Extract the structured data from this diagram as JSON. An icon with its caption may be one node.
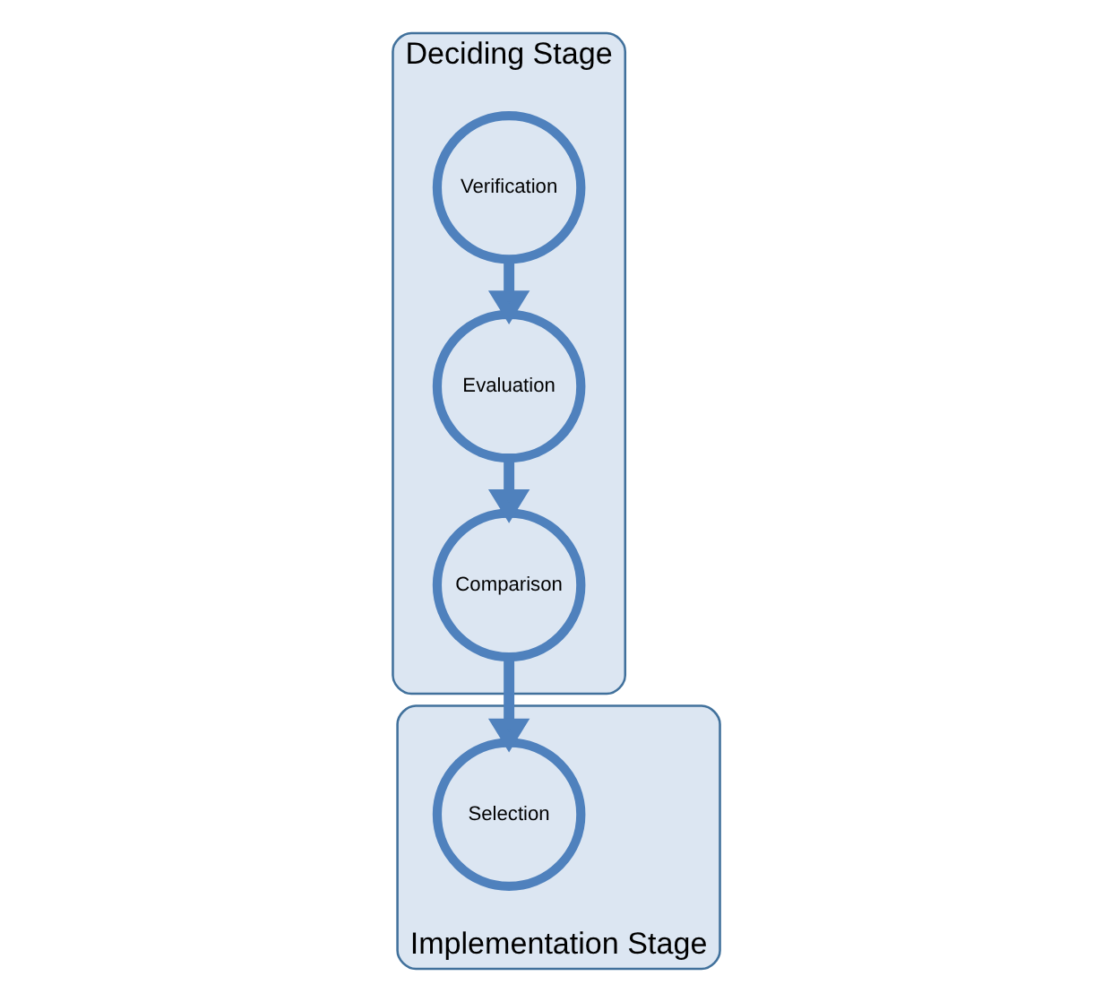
{
  "diagram": {
    "nodes": [
      {
        "text": [
          "Deciding Stage"
        ]
      },
      {
        "text": [
          "Verification"
        ],
        "in": 0
      },
      {
        "text": [
          "Evaluation"
        ],
        "in": 0
      },
      {
        "text": [
          "Comparison"
        ],
        "in": 0
      },
      {
        "text": [
          "Implementation Stage"
        ]
      },
      {
        "text": [
          "Selection"
        ],
        "in": 4
      }
    ],
    "edges": [
      {
        "from": 1,
        "to": 2,
        "arrow": "to"
      },
      {
        "from": 2,
        "to": 3,
        "arrow": "to"
      },
      {
        "from": 3,
        "to": 5,
        "arrow": "to"
      }
    ]
  }
}
